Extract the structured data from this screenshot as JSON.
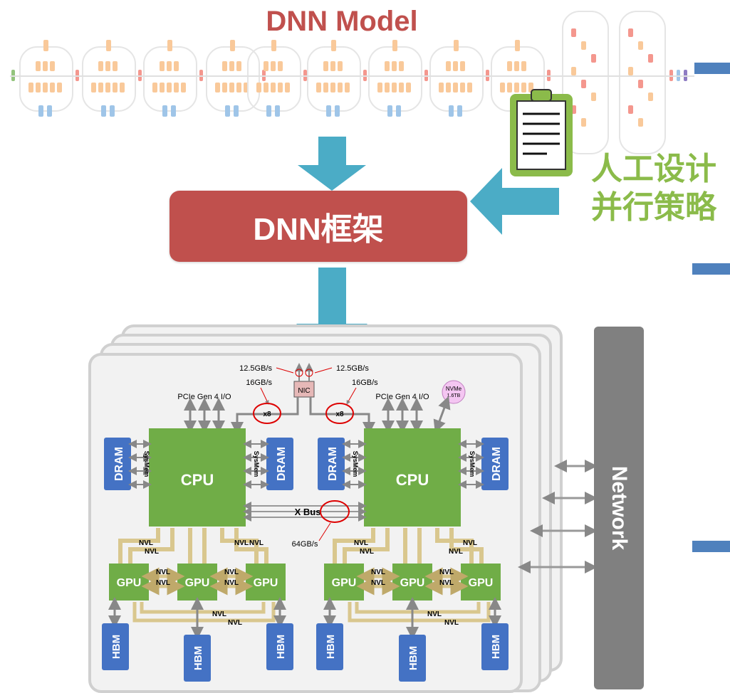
{
  "title": "DNN Model",
  "framework_label": "DNN框架",
  "manual_strategy": {
    "line1": "人工设计",
    "line2": "并行策略"
  },
  "network_label": "Network",
  "node": {
    "nic": "NIC",
    "nvme": "NVMe",
    "nvme_size": "1.6TB",
    "pcie_left": "PCIe Gen 4 I/O",
    "pcie_right": "PCIe Gen 4 I/O",
    "bw_nic": "12.5GB/s",
    "bw_pcie": "16GB/s",
    "x8": "x8",
    "xbus": "X Bus",
    "bw_xbus": "64GB/s",
    "cpu": "CPU",
    "dram": "DRAM",
    "sysmem": "SysMem",
    "gpu": "GPU",
    "hbm": "HBM",
    "nvl": "NVL"
  },
  "colors": {
    "title": "#c0504d",
    "framework": "#c0504d",
    "arrow": "#4bacc6",
    "manual": "#8bbb4a",
    "cpu": "#70ad47",
    "gpu": "#70ad47",
    "dram": "#4472c4",
    "network": "#808080"
  }
}
